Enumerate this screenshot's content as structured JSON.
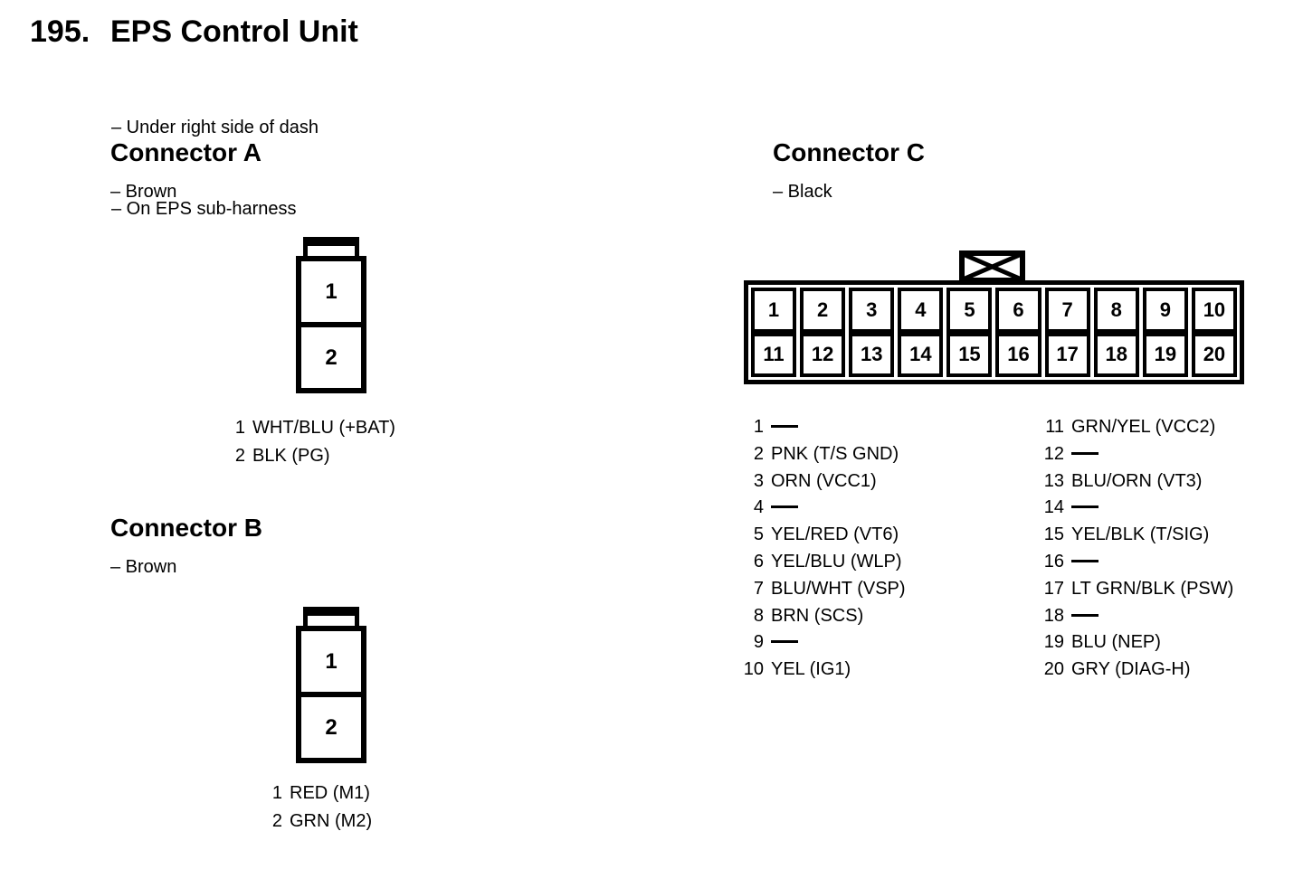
{
  "page": {
    "number": "195.",
    "title": "EPS Control Unit",
    "notes": [
      "– Under right side of dash",
      "– On EPS sub-harness"
    ]
  },
  "colors": {
    "ink": "#000000",
    "paper": "#ffffff"
  },
  "connector_a": {
    "title": "Connector A",
    "color_note": "– Brown",
    "pins": [
      "1",
      "2"
    ],
    "labels": [
      {
        "num": "1",
        "text": "WHT/BLU (+BAT)"
      },
      {
        "num": "2",
        "text": "BLK (PG)"
      }
    ]
  },
  "connector_b": {
    "title": "Connector B",
    "color_note": "– Brown",
    "pins": [
      "1",
      "2"
    ],
    "labels": [
      {
        "num": "1",
        "text": "RED (M1)"
      },
      {
        "num": "2",
        "text": "GRN (M2)"
      }
    ]
  },
  "connector_c": {
    "title": "Connector C",
    "color_note": "– Black",
    "pin_rows": [
      [
        "1",
        "2",
        "3",
        "4",
        "5",
        "6",
        "7",
        "8",
        "9",
        "10"
      ],
      [
        "11",
        "12",
        "13",
        "14",
        "15",
        "16",
        "17",
        "18",
        "19",
        "20"
      ]
    ],
    "labels_left": [
      {
        "num": "1",
        "text": ""
      },
      {
        "num": "2",
        "text": "PNK (T/S GND)"
      },
      {
        "num": "3",
        "text": "ORN (VCC1)"
      },
      {
        "num": "4",
        "text": ""
      },
      {
        "num": "5",
        "text": "YEL/RED (VT6)"
      },
      {
        "num": "6",
        "text": "YEL/BLU (WLP)"
      },
      {
        "num": "7",
        "text": "BLU/WHT (VSP)"
      },
      {
        "num": "8",
        "text": "BRN (SCS)"
      },
      {
        "num": "9",
        "text": ""
      },
      {
        "num": "10",
        "text": "YEL (IG1)"
      }
    ],
    "labels_right": [
      {
        "num": "11",
        "text": "GRN/YEL (VCC2)"
      },
      {
        "num": "12",
        "text": ""
      },
      {
        "num": "13",
        "text": "BLU/ORN (VT3)"
      },
      {
        "num": "14",
        "text": ""
      },
      {
        "num": "15",
        "text": "YEL/BLK (T/SIG)"
      },
      {
        "num": "16",
        "text": ""
      },
      {
        "num": "17",
        "text": "LT GRN/BLK (PSW)"
      },
      {
        "num": "18",
        "text": ""
      },
      {
        "num": "19",
        "text": "BLU (NEP)"
      },
      {
        "num": "20",
        "text": "GRY (DIAG-H)"
      }
    ]
  }
}
